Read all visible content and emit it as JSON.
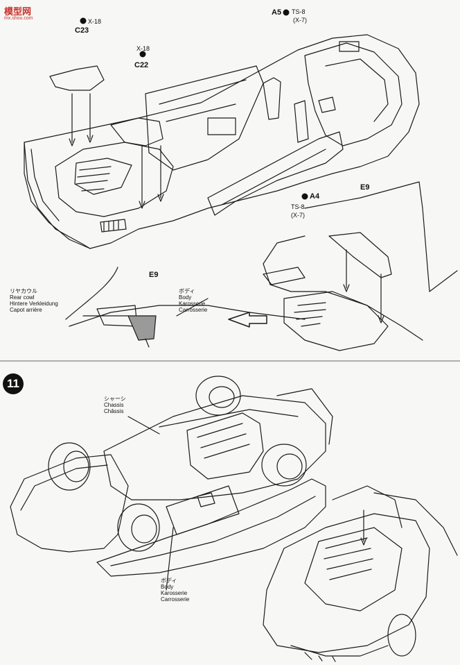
{
  "watermark": {
    "logo_text": "模型网",
    "url": "mx.shou.com"
  },
  "step10": {
    "c23": {
      "paint": "X-18",
      "part": "C23"
    },
    "c22": {
      "paint": "X-18",
      "part": "C22"
    },
    "a5": {
      "part": "A5",
      "paint1": "TS-8",
      "paint2": "(X-7)"
    },
    "a4": {
      "part": "A4",
      "paint1": "TS-8",
      "paint2": "(X-7)"
    },
    "e9_right": "E9",
    "e9_detail": "E9",
    "rear_cowl": {
      "jp": "リヤカウル",
      "en": "Rear cowl",
      "de": "Hintere Verkleidung",
      "fr": "Capot arrière"
    },
    "body": {
      "jp": "ボディ",
      "en": "Body",
      "de": "Karosserie",
      "fr": "Carrosserie"
    }
  },
  "step11": {
    "number": "11",
    "chassis": {
      "jp": "シャーシ",
      "en": "Chassis",
      "fr": "Châssis"
    },
    "body": {
      "jp": "ボディ",
      "en": "Body",
      "de": "Karosserie",
      "fr": "Carrosserie"
    }
  },
  "icons": [
    "paint-drop-icon",
    "arrow-left-icon"
  ]
}
